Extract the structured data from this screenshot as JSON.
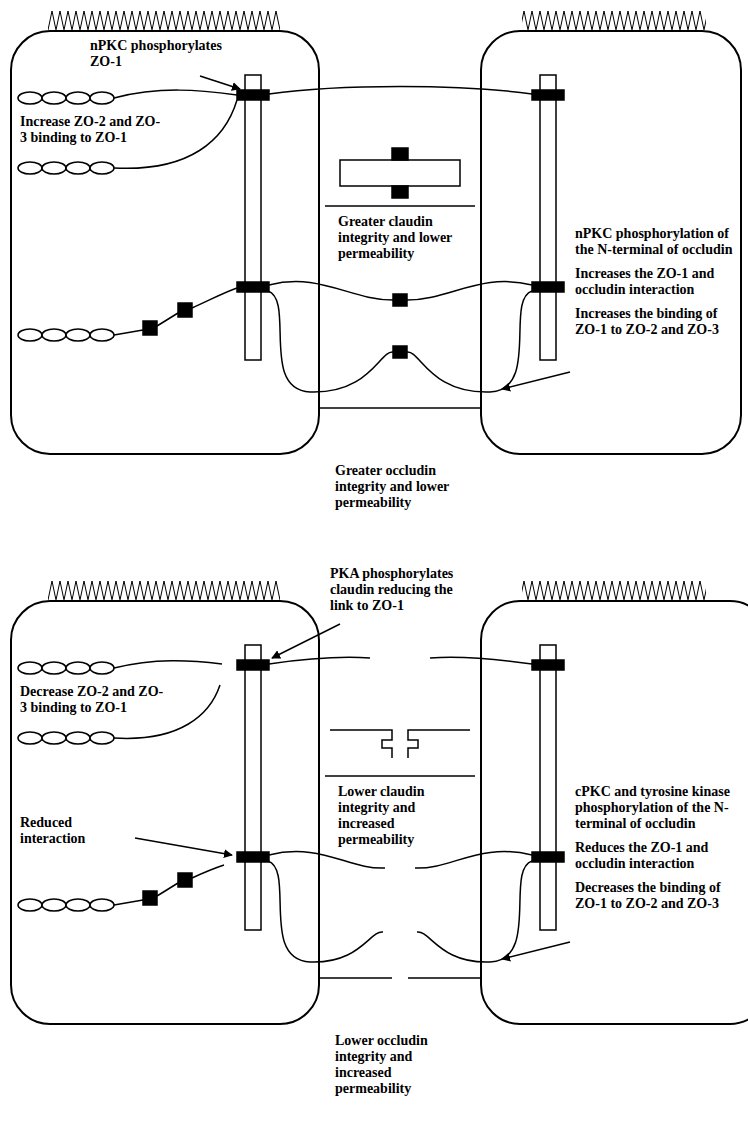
{
  "diagram": {
    "nodes": [
      {
        "text": [
          "nPKC phosphorylates ZO-1",
          "Increase ZO-2 and ZO-3 binding to ZO-1"
        ]
      },
      {
        "text": [
          "nPKC phosphorylation of the N-terminal of occludin",
          "Increases the ZO-1 and occludin interaction",
          "Increases the binding of ZO-1 to ZO-2 and ZO-3"
        ]
      },
      {
        "text": [
          "Decrease ZO-2 and ZO-3 binding to ZO-1",
          "Reduced interaction"
        ]
      },
      {
        "text": [
          "cPKC and tyrosine kinase phosphorylation of the N-terminal of occludin",
          "Reduces the ZO-1 and occludin interaction",
          "Decreases the binding of ZO-1 to ZO-2 and ZO-3"
        ]
      }
    ],
    "labels": [
      "Greater claudin integrity and lower permeability",
      "Greater occludin integrity and lower permeability",
      "PKA phosphorylates claudin reducing the link to ZO-1",
      "Lower claudin integrity and increased permeability",
      "Lower occludin integrity and increased permeability"
    ]
  }
}
